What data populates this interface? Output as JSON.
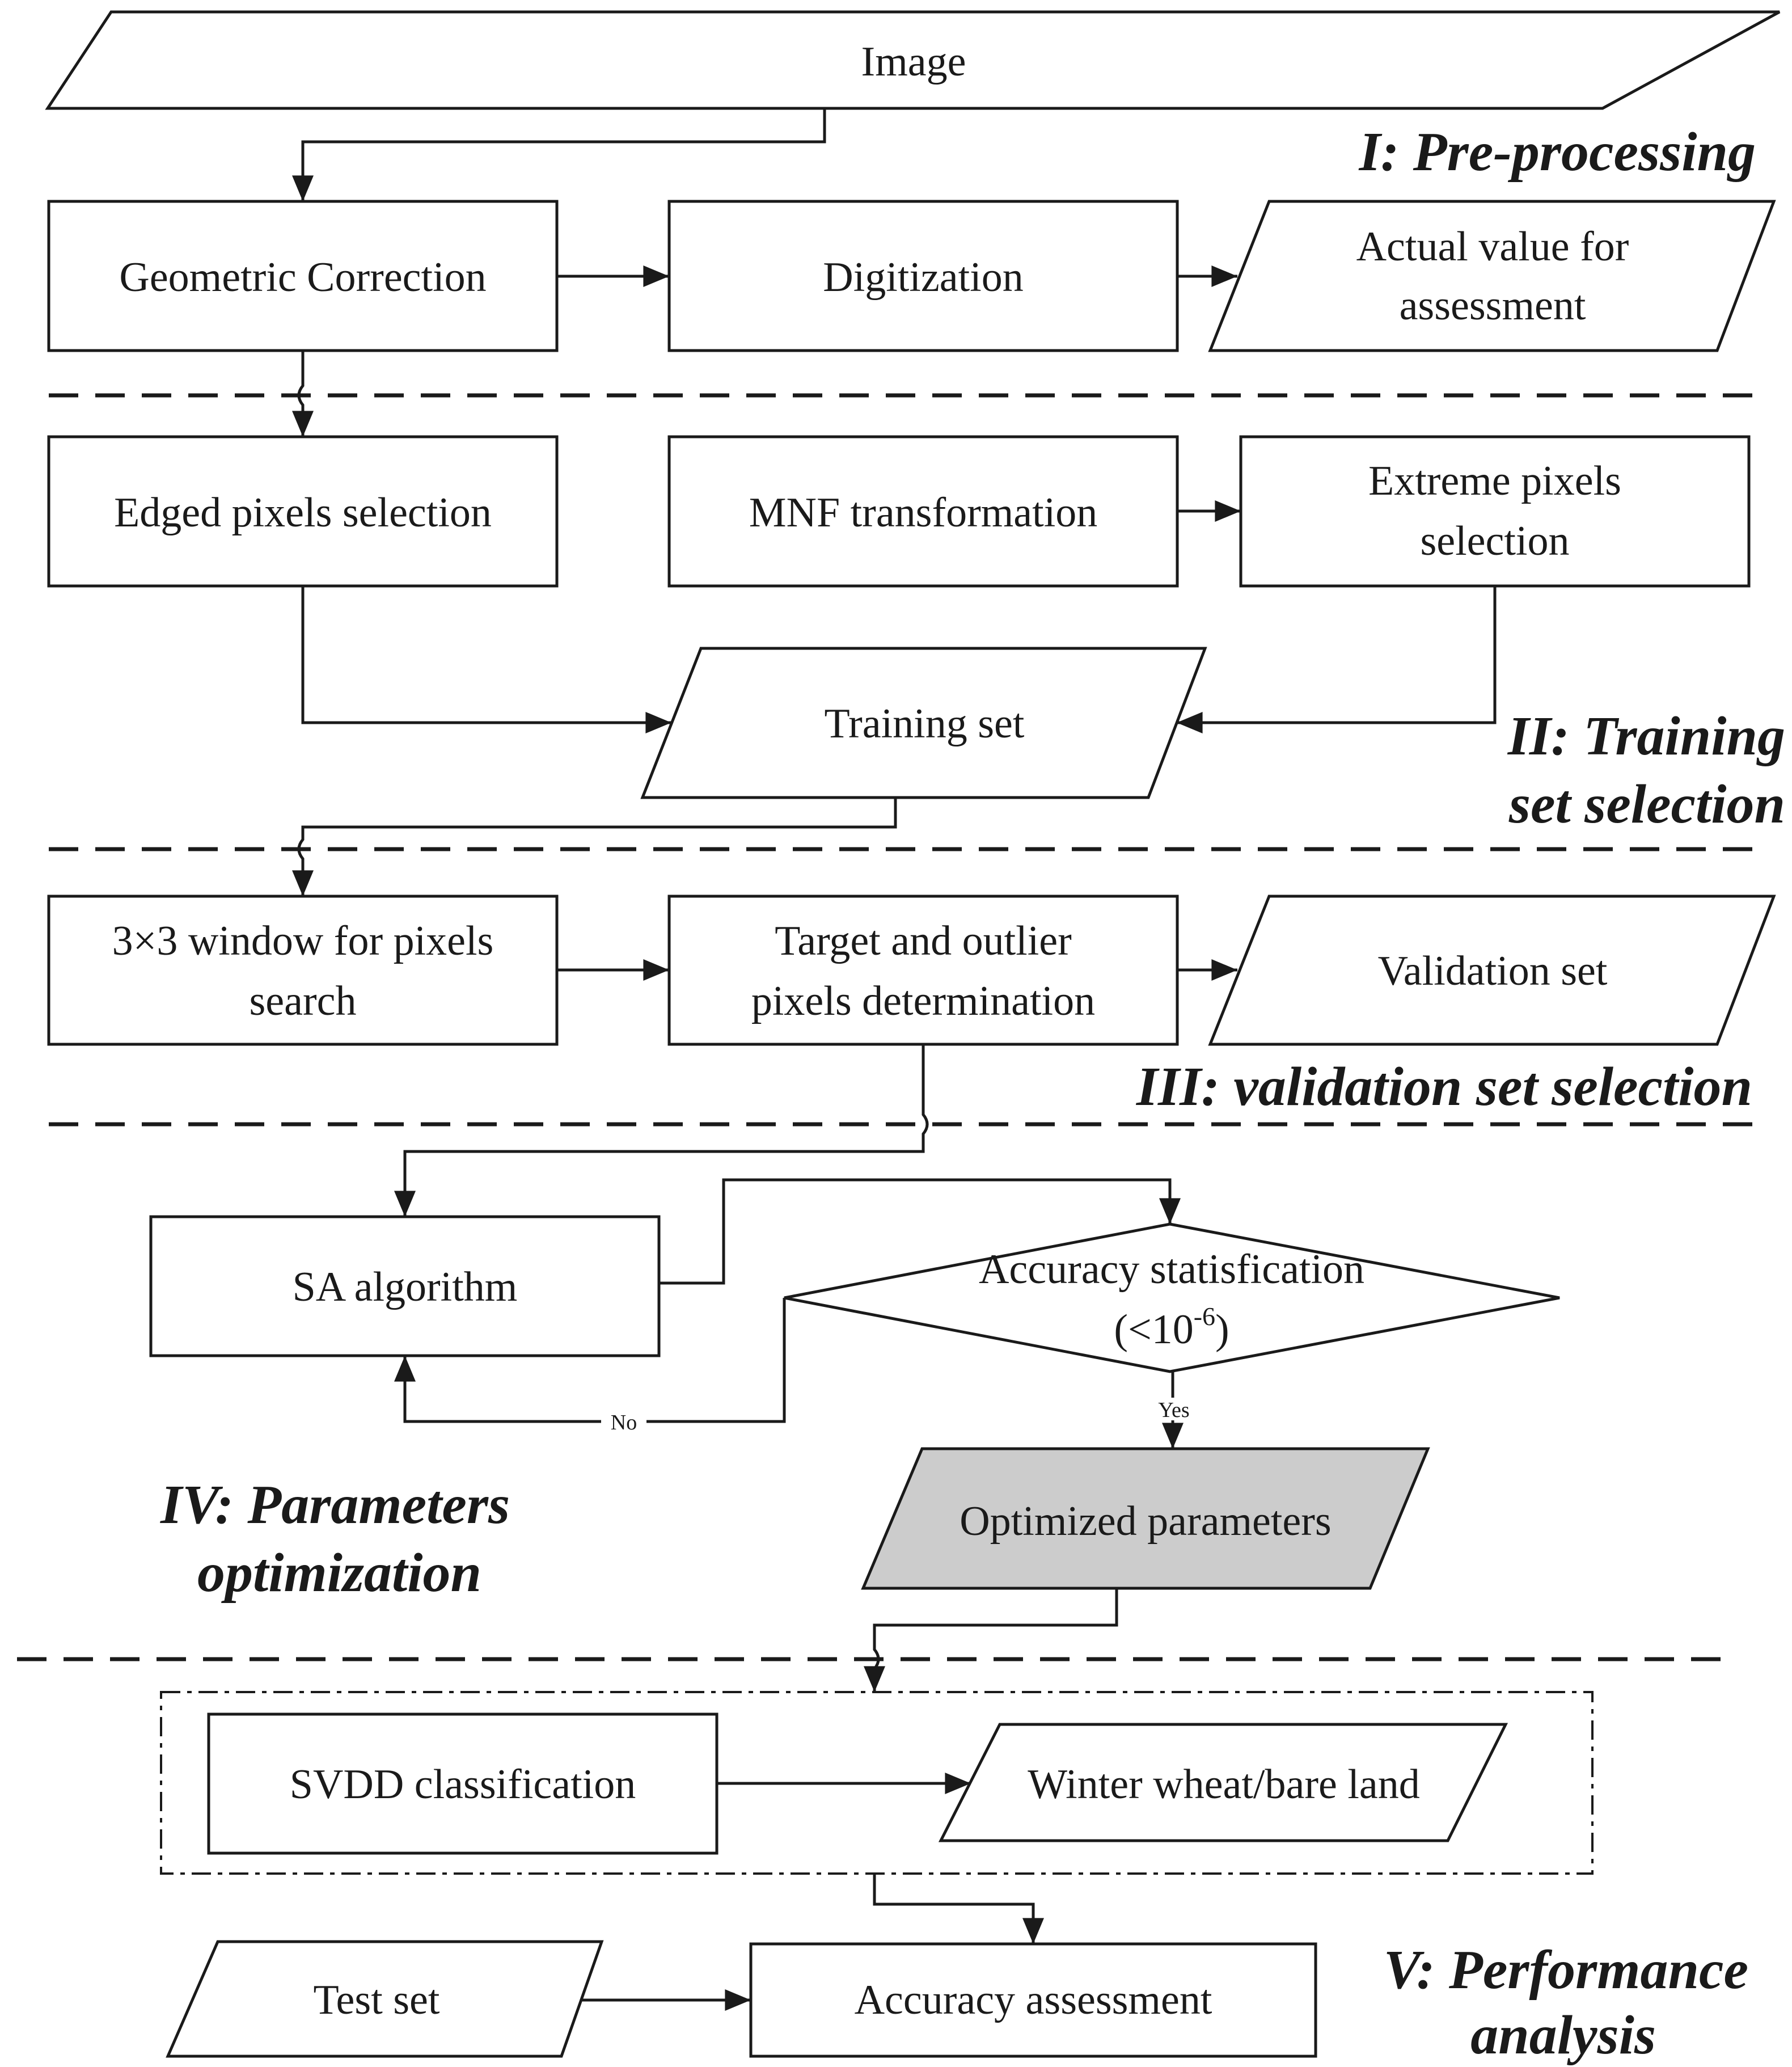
{
  "nodes": {
    "image": "Image",
    "geometric_correction": "Geometric Correction",
    "digitization": "Digitization",
    "actual_value": [
      "Actual value for",
      "assessment"
    ],
    "edged_pixels": "Edged pixels selection",
    "mnf": "MNF transformation",
    "extreme_pixels": [
      "Extreme pixels",
      "selection"
    ],
    "training_set": "Training set",
    "window_search": [
      "3×3 window for pixels",
      "search"
    ],
    "target_outlier": [
      "Target and outlier",
      "pixels determination"
    ],
    "validation_set": "Validation set",
    "sa_algorithm": "SA algorithm",
    "accuracy_check": {
      "line1": "Accuracy statisfication",
      "line2_prefix": "(<10",
      "line2_exp": "-6",
      "line2_suffix": ")"
    },
    "optimized_parameters": "Optimized parameters",
    "svdd": "SVDD classification",
    "winter_wheat": "Winter wheat/bare land",
    "test_set": "Test set",
    "accuracy_assessment": "Accuracy assessment"
  },
  "edges": {
    "yes": "Yes",
    "no": "No"
  },
  "sections": {
    "s1": [
      "I: Pre-processing"
    ],
    "s2": [
      "II: Training",
      "set selection"
    ],
    "s3": [
      "III: validation set selection"
    ],
    "s4": [
      "IV: Parameters",
      "optimization"
    ],
    "s5": [
      "V: Performance",
      "analysis"
    ]
  },
  "colors": {
    "ink": "#1a1a1a",
    "highlight_fill": "#cccccc",
    "background": "#ffffff"
  }
}
